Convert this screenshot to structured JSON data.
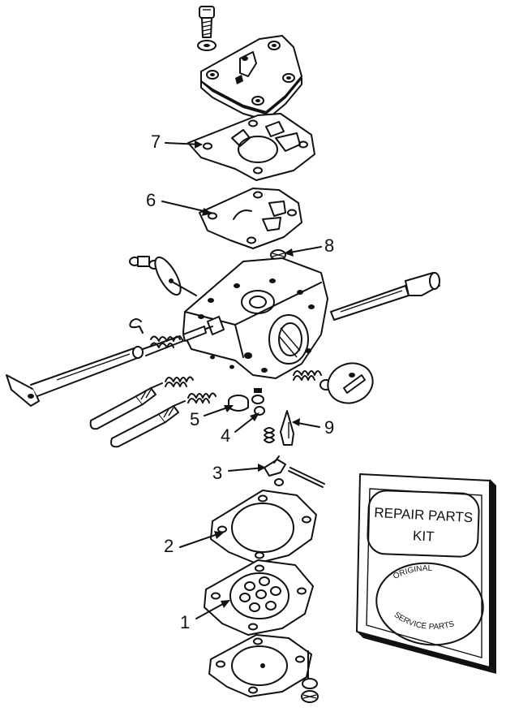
{
  "callouts": [
    {
      "id": "1",
      "text": "1"
    },
    {
      "id": "2",
      "text": "2"
    },
    {
      "id": "3",
      "text": "3"
    },
    {
      "id": "4",
      "text": "4"
    },
    {
      "id": "5",
      "text": "5"
    },
    {
      "id": "6",
      "text": "6"
    },
    {
      "id": "7",
      "text": "7"
    },
    {
      "id": "8",
      "text": "8"
    },
    {
      "id": "9",
      "text": "9"
    }
  ],
  "kit": {
    "title_line1": "REPAIR PARTS",
    "title_line2": "KIT",
    "seal_top": "ORIGINAL",
    "seal_bottom": "SERVICE PARTS"
  }
}
